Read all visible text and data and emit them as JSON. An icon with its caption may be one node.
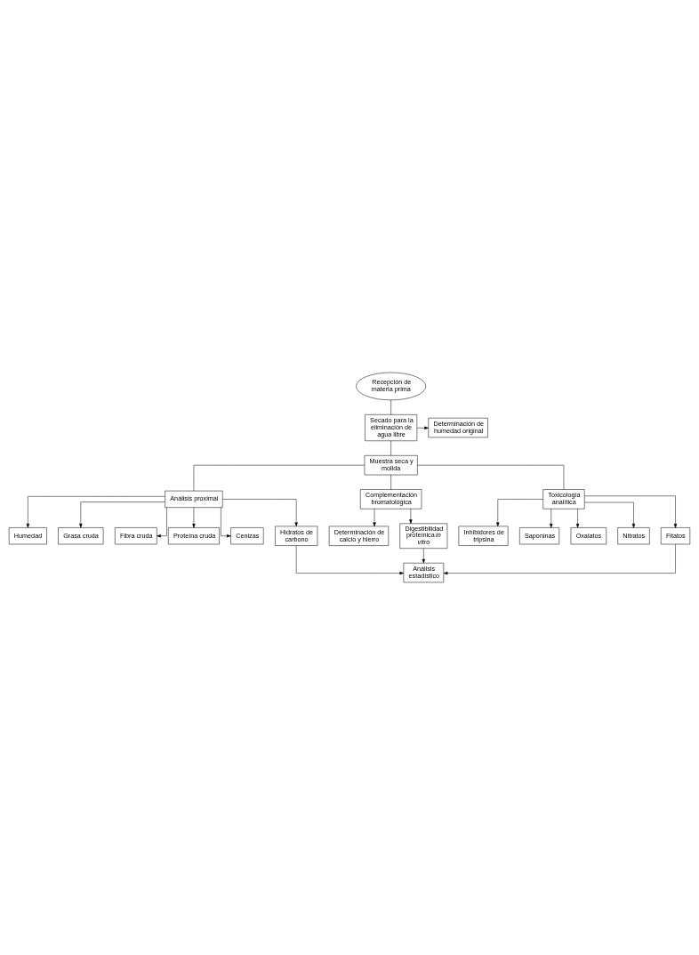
{
  "diagram": {
    "nodes": [
      {
        "text": [
          "Recepción de materia prima"
        ]
      },
      {
        "text": [
          "Secado para la eliminación de agua libre"
        ]
      },
      {
        "text": [
          "Determinación de humedad original"
        ]
      },
      {
        "text": [
          "Muestra seca y molida"
        ]
      },
      {
        "text": [
          "Análisis proximal"
        ]
      },
      {
        "text": [
          "Complementación bromatológica"
        ]
      },
      {
        "text": [
          "Toxicología analítica"
        ]
      },
      {
        "text": [
          "Humedad"
        ]
      },
      {
        "text": [
          "Grasa cruda"
        ]
      },
      {
        "text": [
          "Fibra cruda"
        ]
      },
      {
        "text": [
          "Proteína cruda"
        ]
      },
      {
        "text": [
          "Cenizas"
        ]
      },
      {
        "text": [
          "Hidratos de carbono"
        ]
      },
      {
        "text": [
          "Determinación de calcio y hierro"
        ]
      },
      {
        "text": [
          "Digestibilidad proteínica *in vitro*"
        ]
      },
      {
        "text": [
          "Inhibidores de tripsina"
        ]
      },
      {
        "text": [
          "Saponinas"
        ]
      },
      {
        "text": [
          "Oxalatos"
        ]
      },
      {
        "text": [
          "Nitratos"
        ]
      },
      {
        "text": [
          "Fitatos"
        ]
      },
      {
        "text": [
          "Análisis estadístico"
        ]
      }
    ],
    "edges": [
      {
        "from": 0,
        "to": 1,
        "arrow": "none"
      },
      {
        "from": 1,
        "to": 2,
        "arrow": "to"
      },
      {
        "from": 1,
        "to": 3,
        "arrow": "none"
      },
      {
        "from": 3,
        "to": 4,
        "arrow": "none"
      },
      {
        "from": 3,
        "to": 5,
        "arrow": "none"
      },
      {
        "from": 3,
        "to": 6,
        "arrow": "none"
      },
      {
        "from": 4,
        "to": 7,
        "arrow": "to"
      },
      {
        "from": 4,
        "to": 8,
        "arrow": "to"
      },
      {
        "from": 4,
        "to": 9,
        "arrow": "to"
      },
      {
        "from": 4,
        "to": 10,
        "arrow": "to"
      },
      {
        "from": 4,
        "to": 11,
        "arrow": "to"
      },
      {
        "from": 4,
        "to": 12,
        "arrow": "to"
      },
      {
        "from": 5,
        "to": 13,
        "arrow": "to"
      },
      {
        "from": 5,
        "to": 14,
        "arrow": "to"
      },
      {
        "from": 6,
        "to": 15,
        "arrow": "to"
      },
      {
        "from": 6,
        "to": 16,
        "arrow": "to"
      },
      {
        "from": 6,
        "to": 17,
        "arrow": "to"
      },
      {
        "from": 6,
        "to": 18,
        "arrow": "to"
      },
      {
        "from": 6,
        "to": 19,
        "arrow": "to"
      },
      {
        "from": 14,
        "to": 20,
        "arrow": "to"
      },
      {
        "from": 12,
        "to": 20,
        "arrow": "to"
      },
      {
        "from": 19,
        "to": 20,
        "arrow": "to"
      }
    ]
  }
}
